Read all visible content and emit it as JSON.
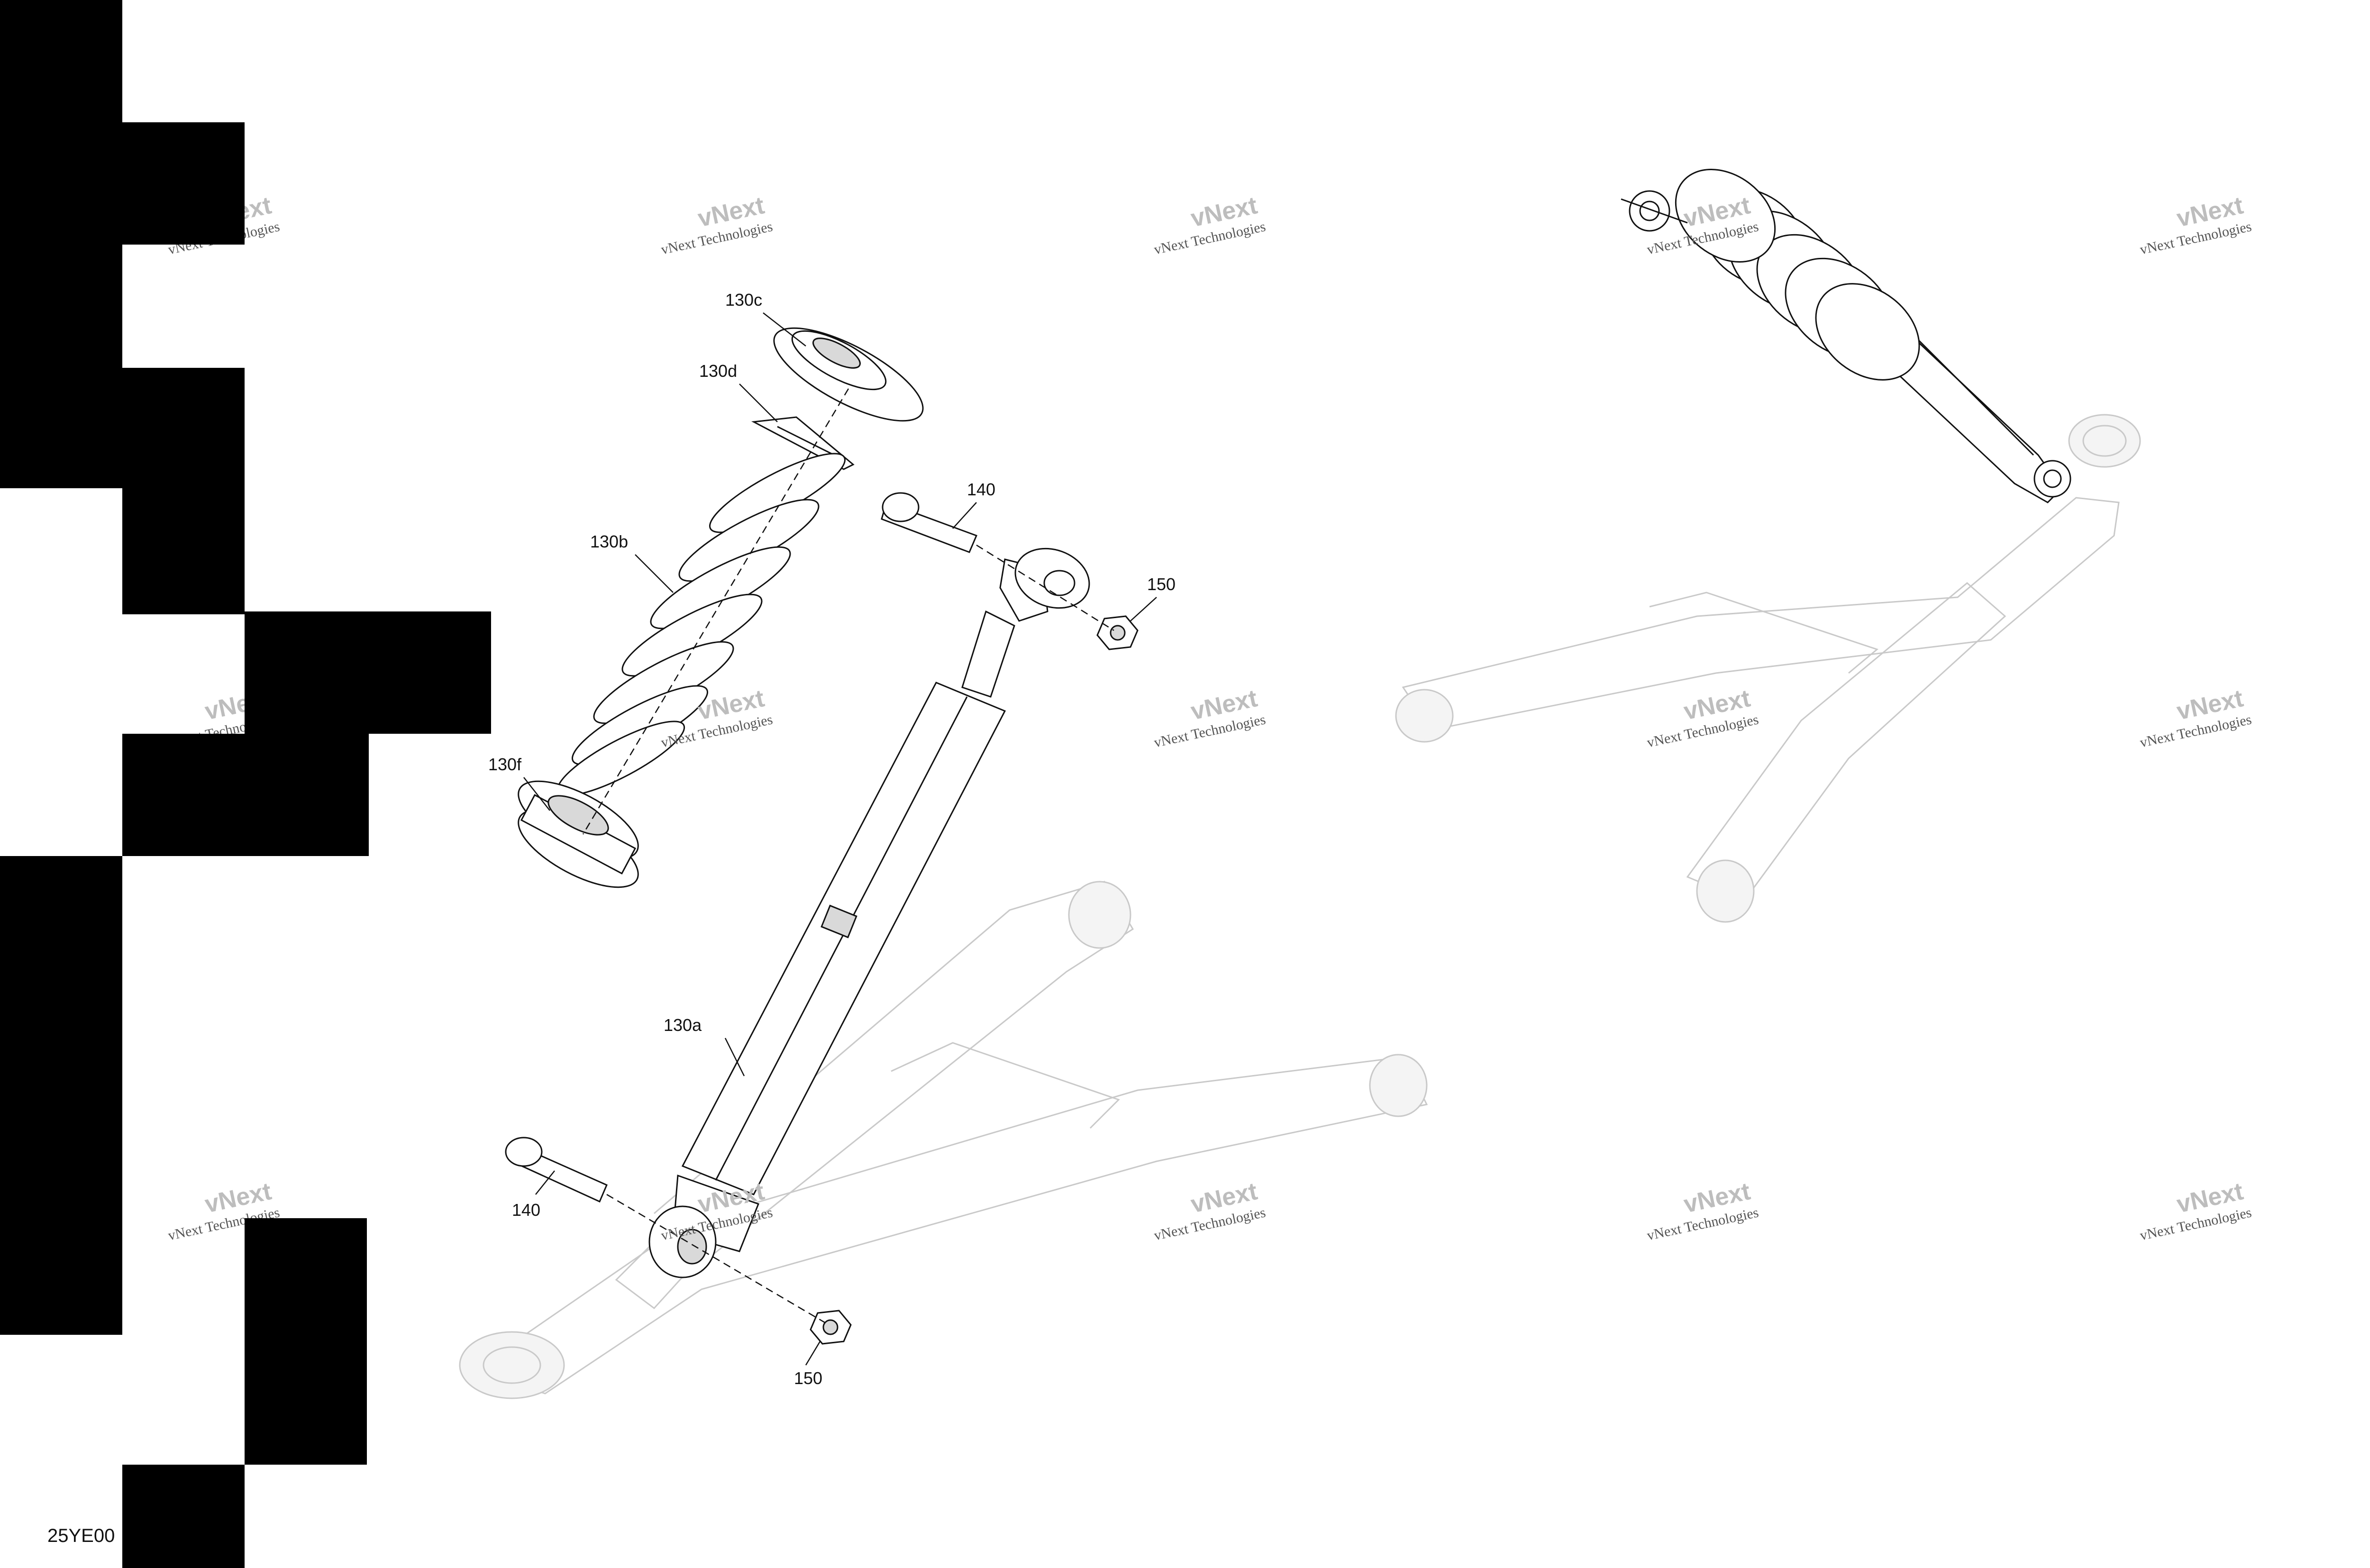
{
  "callouts": {
    "c130c": "130c",
    "c130d": "130d",
    "c130b": "130b",
    "c130f": "130f",
    "c130a": "130a",
    "c140_top": "140",
    "c150_top": "150",
    "c140_bottom": "140",
    "c150_bottom": "150"
  },
  "watermark": {
    "brand": "vNext",
    "text": "vNext Technologies",
    "color": "#bdbdbd"
  },
  "doc_id": "25YE00",
  "colors": {
    "line": "#111111",
    "ghost": "#c9c9c9",
    "mask": "#000000"
  }
}
